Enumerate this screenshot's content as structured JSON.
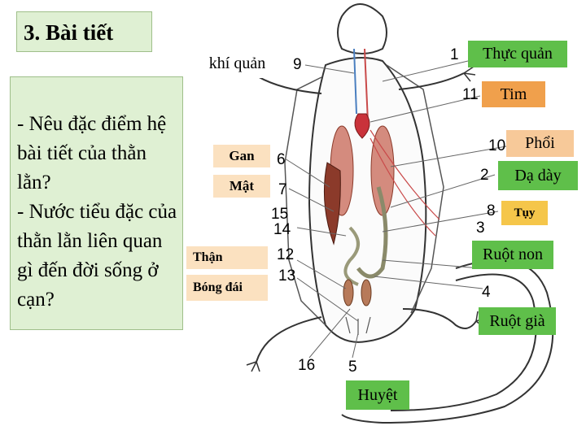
{
  "slide": {
    "title": "3. Bài tiết",
    "question": "- Nêu đặc điểm hệ bài tiết của thằn lằn?\n- Nước tiểu đặc của thằn lằn liên quan gì đến đời sống ở cạn?"
  },
  "colors": {
    "green_box": "#dff0d3",
    "green_tag": "#5fbf4a",
    "orange_tag": "#f0a04c",
    "peach_tag": "#f7c999",
    "light_tag": "#fbe1c0",
    "yellow_tag": "#f5c64a"
  },
  "labels": {
    "khi_quan": "khí quản",
    "thuc_quan": "Thực quản",
    "tim": "Tim",
    "phoi": "Phổi",
    "da_day": "Dạ dày",
    "tuy": "Tụy",
    "ruot_non": "Ruột non",
    "ruot_gia": "Ruột già",
    "huyet": "Huyệt",
    "gan": "Gan",
    "mat": "Mật",
    "than": "Thận",
    "bong_dai": "Bóng đái"
  },
  "numbers": {
    "n9": "9",
    "n1": "1",
    "n11": "11",
    "n10": "10",
    "n6": "6",
    "n2": "2",
    "n7": "7",
    "n8": "8",
    "n15": "15",
    "n14": "14",
    "n3": "3",
    "n12": "12",
    "n13": "13",
    "n4": "4",
    "n16": "16",
    "n5": "5"
  }
}
